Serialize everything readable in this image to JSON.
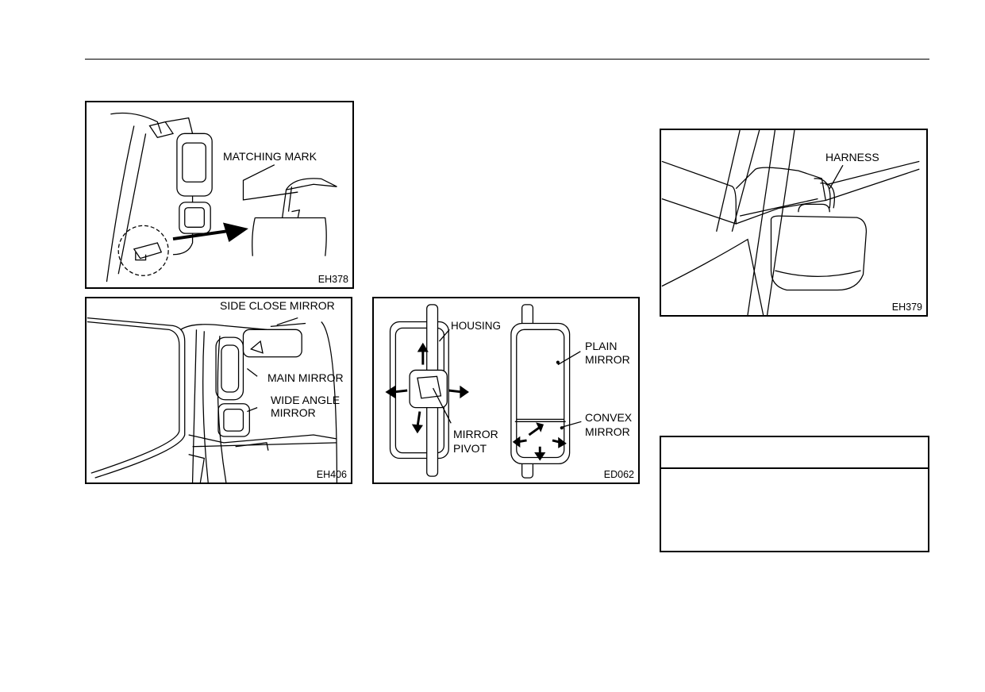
{
  "fig1": {
    "code": "EH378",
    "labels": {
      "matching_mark": "MATCHING MARK"
    }
  },
  "fig2": {
    "code": "EH406",
    "labels": {
      "side_close": "SIDE CLOSE MIRROR",
      "main": "MAIN MIRROR",
      "wide_angle": "WIDE ANGLE\nMIRROR"
    }
  },
  "fig3": {
    "code": "ED062",
    "labels": {
      "housing": "HOUSING",
      "pivot": "MIRROR\nPIVOT",
      "plain": "PLAIN\nMIRROR",
      "convex": "CONVEX\nMIRROR"
    }
  },
  "fig4": {
    "code": "EH379",
    "labels": {
      "harness": "HARNESS"
    }
  }
}
